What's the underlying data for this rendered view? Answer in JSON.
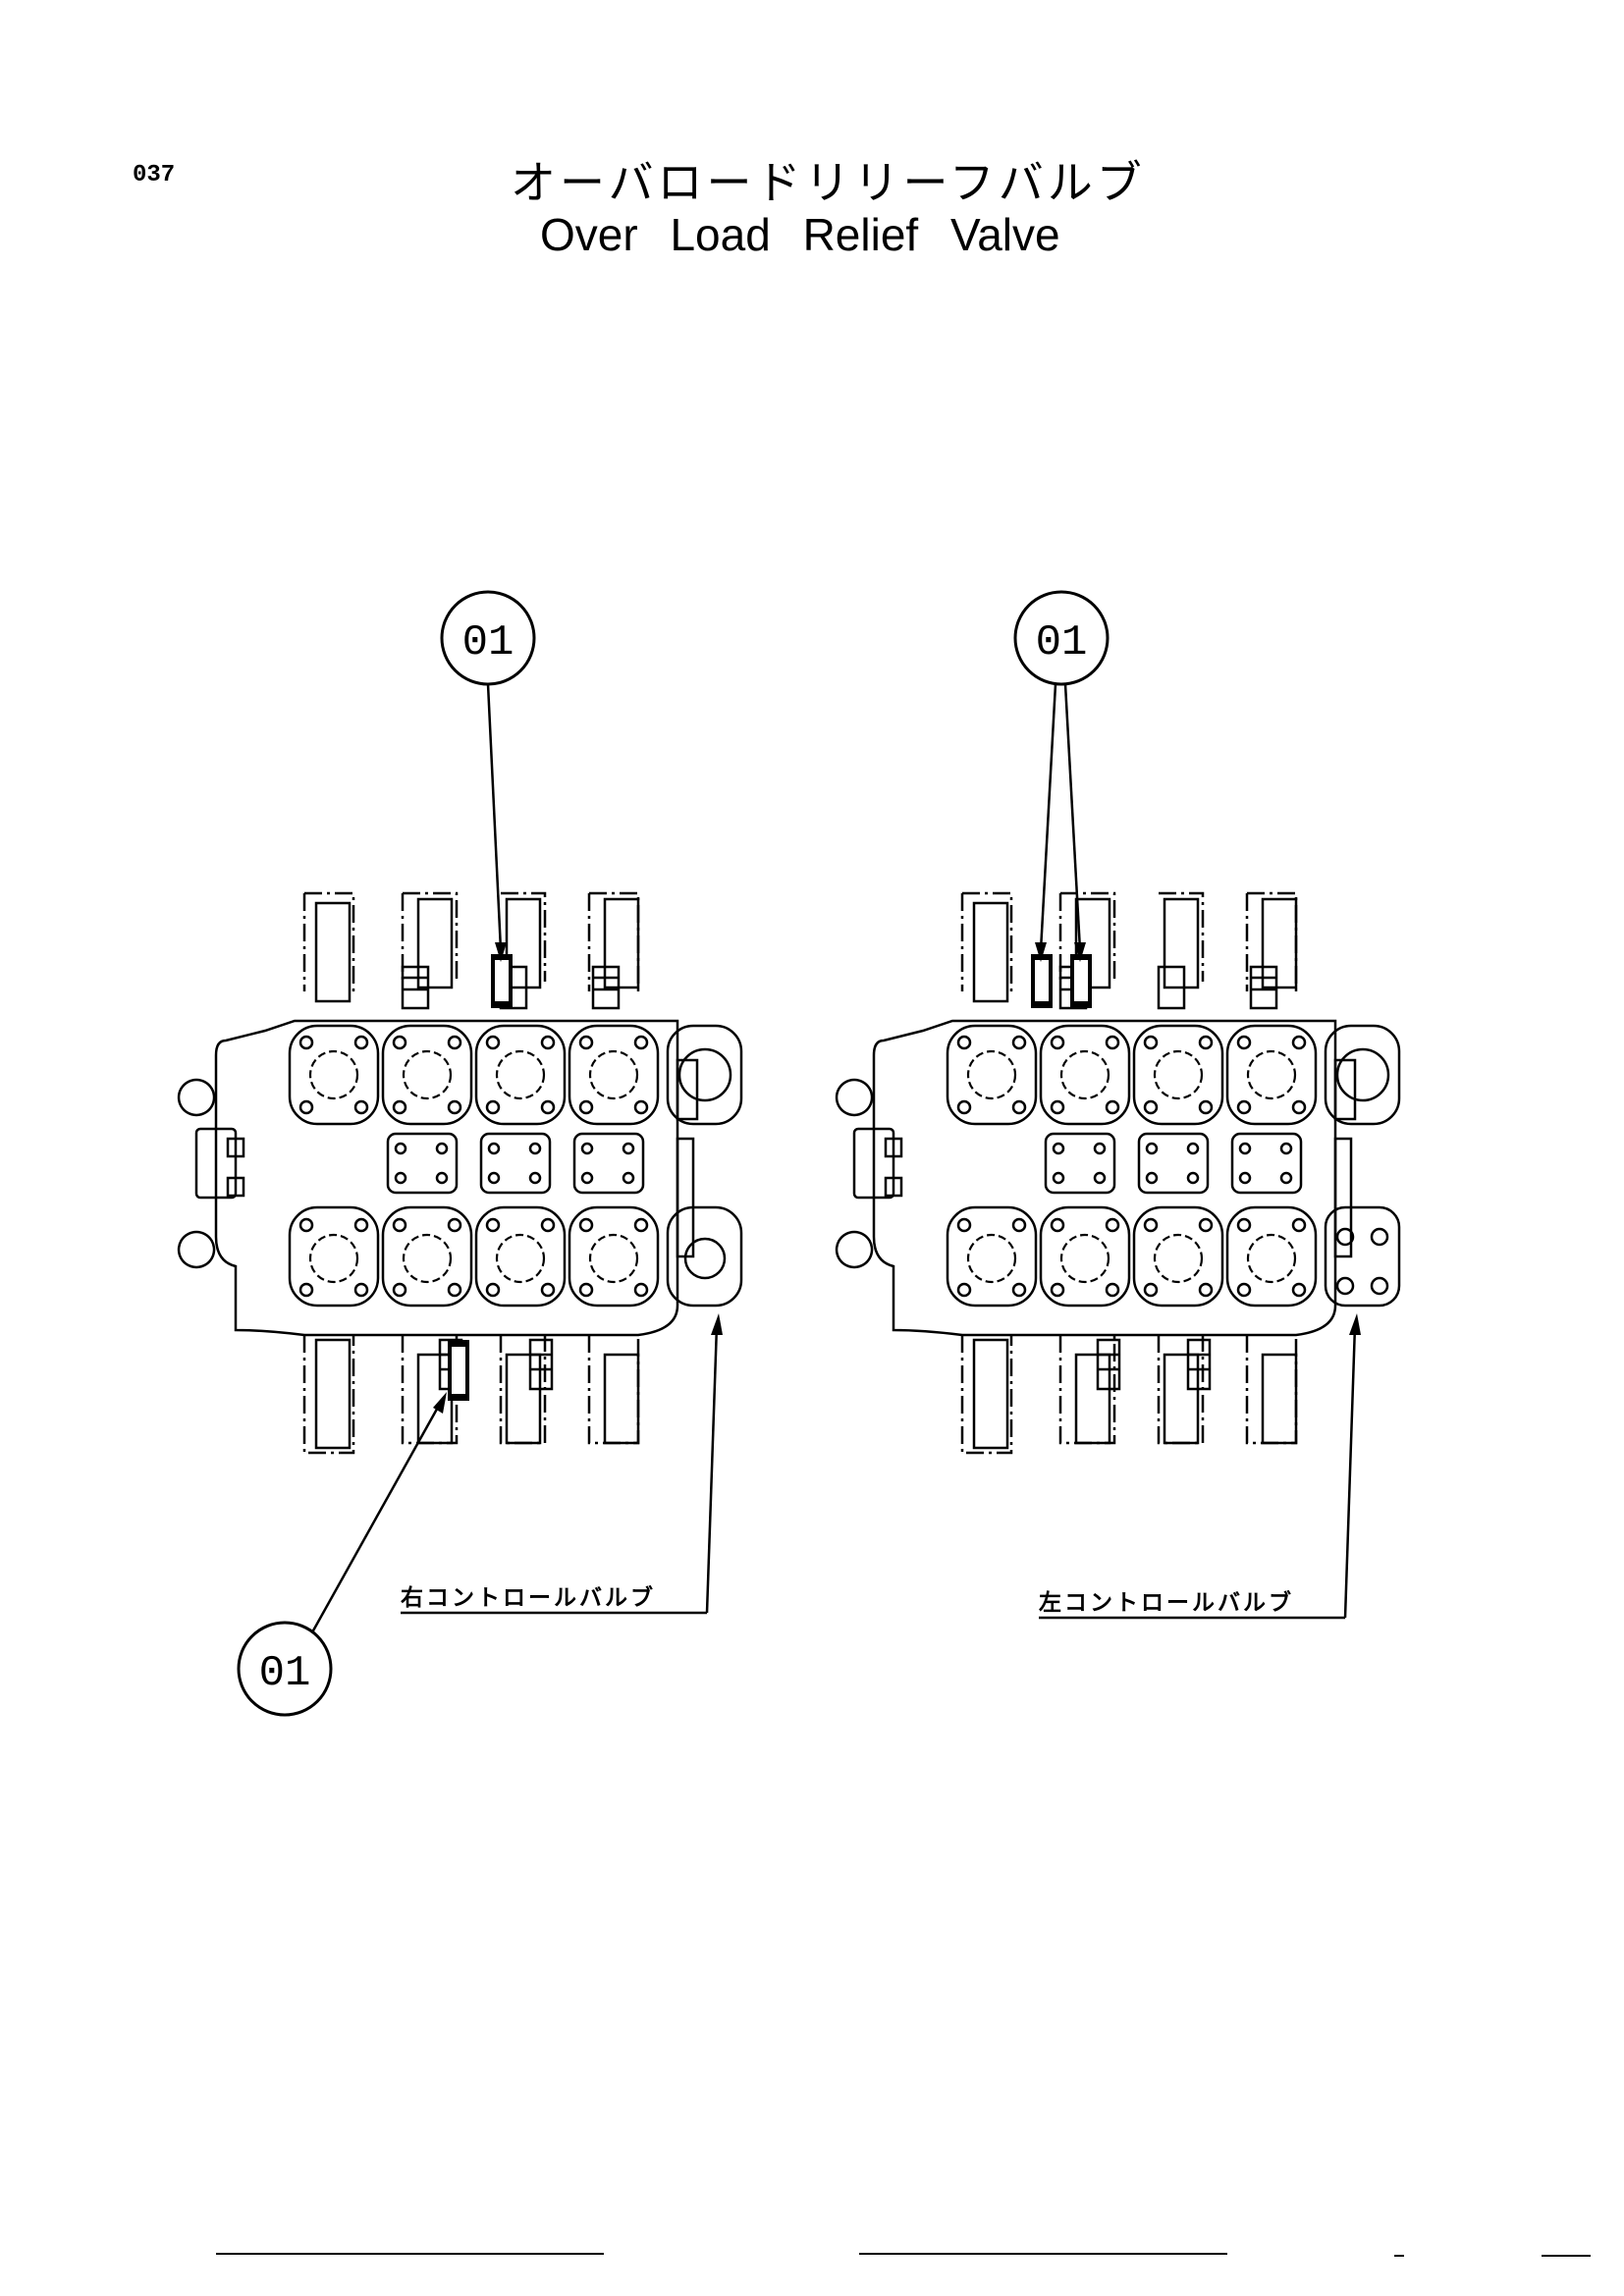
{
  "page": {
    "number": "037"
  },
  "title": {
    "japanese": "オーバロードリリーフバルブ",
    "english": "Over Load Relief Valve"
  },
  "callouts": [
    {
      "id": "top-right-valve",
      "label": "01"
    },
    {
      "id": "top-left-valve",
      "label": "01"
    },
    {
      "id": "bottom-right-valve",
      "label": "01"
    }
  ],
  "labels": {
    "right_control_valve": "右コントロールバルブ",
    "left_control_valve": "左コントロールバルブ"
  }
}
